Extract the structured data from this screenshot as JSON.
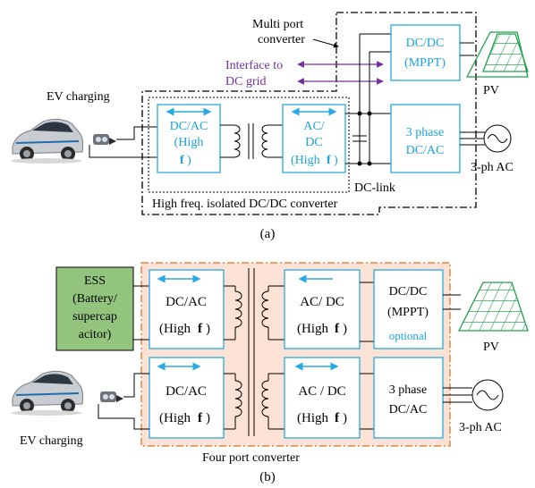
{
  "colors": {
    "box_stroke": "#29a9e1",
    "box_text": "#1aa3dc",
    "purple": "#7030a0",
    "ess_fill": "#93c47d",
    "four_port_fill": "#fbe2d4",
    "four_port_border": "#e36c1a",
    "pv_green": "#22a04b",
    "black": "#000000"
  },
  "panel_a": {
    "caption": "(a)",
    "multiport_label_1": "Multi port",
    "multiport_label_2": "converter",
    "interface_1": "Interface to",
    "interface_2": "DC grid",
    "ev_label": "EV charging",
    "dcac_1": "DC/AC",
    "dcac_2": "(High",
    "dcac_3": "f",
    "acdc_1": "AC/",
    "acdc_2": "DC",
    "acdc_3": "(High",
    "acdc_4": "f",
    "mppt_1": "DC/DC",
    "mppt_2": "(MPPT)",
    "inv_1": "3 phase",
    "inv_2": "DC/AC",
    "pv": "PV",
    "ac_source": "3-ph AC",
    "dc_link": "DC-link",
    "hf_label": "High freq. isolated DC/DC converter"
  },
  "panel_b": {
    "caption": "(b)",
    "ess_1": "ESS",
    "ess_2": "(Battery/",
    "ess_3": "supercap",
    "ess_4": "acitor)",
    "dcac_top_1": "DC/AC",
    "dcac_top_2": "(High",
    "dcac_top_3": "f",
    "acdc_top_1": "AC/ DC",
    "acdc_top_2": "(High",
    "acdc_top_3": "f",
    "mppt_1": "DC/DC",
    "mppt_2": "(MPPT)",
    "optional": "optional",
    "dcac_bot_1": "DC/AC",
    "dcac_bot_2": "(High",
    "dcac_bot_3": "f",
    "acdc_bot_1": "AC / DC",
    "acdc_bot_2": "(High",
    "acdc_bot_3": "f",
    "inv_1": "3 phase",
    "inv_2": "DC/AC",
    "pv": "PV",
    "ac_source": "3-ph AC",
    "ev_label": "EV charging",
    "four_port": "Four port converter"
  }
}
